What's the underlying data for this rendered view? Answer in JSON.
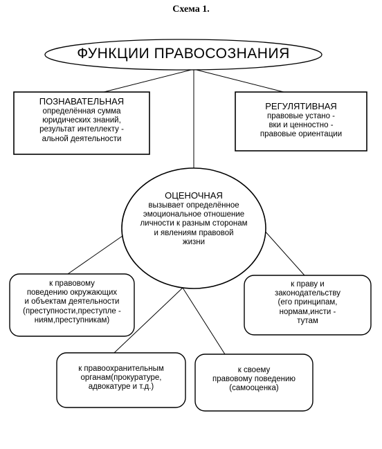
{
  "scheme_label": "Схема 1.",
  "title": "ФУНКЦИИ ПРАВОСОЗНАНИЯ",
  "cognitive": {
    "heading": "ПОЗНАВАТЕЛЬНАЯ",
    "lines": [
      "определённая сумма",
      "юридических знаний,",
      "результат интеллекту -",
      "альной деятельности"
    ]
  },
  "regulative": {
    "heading": "РЕГУЛЯТИВНАЯ",
    "lines": [
      "правовые устано -",
      "вки и ценностно -",
      "правовые ориентации"
    ]
  },
  "evaluative": {
    "heading": "ОЦЕНОЧНАЯ",
    "lines": [
      "вызывает определённое",
      "эмоциональное отношение",
      "личности к разным сторонам",
      "и явлениям правовой",
      "жизни"
    ]
  },
  "branch_behavior": {
    "lines": [
      "к правовому",
      "поведению окружающих",
      "и объектам деятельности",
      "(преступности,преступле -",
      "ниям,преступникам)"
    ]
  },
  "branch_law": {
    "lines": [
      "к праву и",
      "законодательству",
      "(его принципам,",
      "нормам,инсти -",
      "тутам"
    ]
  },
  "branch_organs": {
    "lines": [
      "к правоохранительным",
      "органам(прокуратуре,",
      "адвокатуре и т.д.)"
    ]
  },
  "branch_self": {
    "lines": [
      "к своему",
      "правовому поведению",
      "(самооценка)"
    ]
  }
}
